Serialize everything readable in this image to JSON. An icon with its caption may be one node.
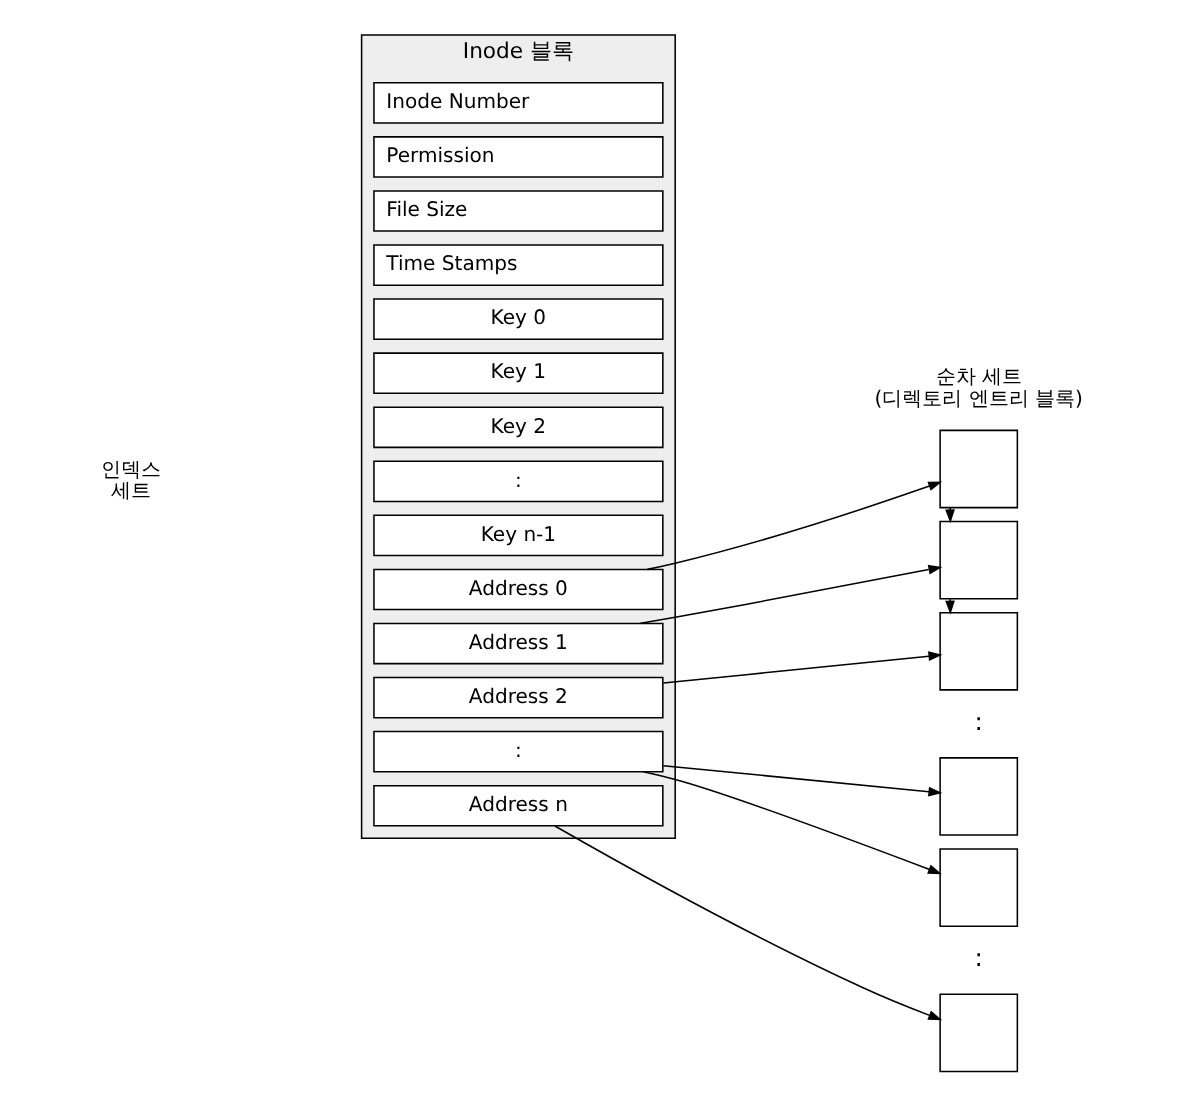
{
  "diagram": {
    "nodes": [
      {
        "text": [
          "Inode 블록"
        ]
      },
      {
        "text": [
          "Inode Number"
        ],
        "in": 0
      },
      {
        "text": [
          "Permission"
        ],
        "in": 0
      },
      {
        "text": [
          "File Size"
        ],
        "in": 0
      },
      {
        "text": [
          "Time Stamps"
        ],
        "in": 0
      },
      {
        "text": [
          "Key 0"
        ],
        "in": 0
      },
      {
        "text": [
          "Key 1"
        ],
        "in": 0
      },
      {
        "text": [
          "Key 2"
        ],
        "in": 0
      },
      {
        "text": [
          ":"
        ],
        "in": 0
      },
      {
        "text": [
          "Key n-1"
        ],
        "in": 0
      },
      {
        "text": [
          "Address 0"
        ],
        "in": 0
      },
      {
        "text": [
          "Address 1"
        ],
        "in": 0
      },
      {
        "text": [
          "Address 2"
        ],
        "in": 0
      },
      {
        "text": [
          ":"
        ],
        "in": 0
      },
      {
        "text": [
          "Address n"
        ],
        "in": 0
      },
      {
        "text": [],
        "shape": "box"
      },
      {
        "text": [],
        "shape": "box"
      },
      {
        "text": [],
        "shape": "box"
      },
      {
        "text": [],
        "shape": "box"
      },
      {
        "text": [],
        "shape": "box"
      },
      {
        "text": [],
        "shape": "box"
      }
    ],
    "edges": [
      {
        "from": 10,
        "to": 15,
        "arrow": "to"
      },
      {
        "from": 11,
        "to": 16,
        "arrow": "to"
      },
      {
        "from": 12,
        "to": 17,
        "arrow": "to"
      },
      {
        "from": 13,
        "to": 18,
        "arrow": "to"
      },
      {
        "from": 13,
        "to": 19,
        "arrow": "to"
      },
      {
        "from": 14,
        "to": 20,
        "arrow": "to"
      },
      {
        "from": 15,
        "to": 16,
        "arrow": "to"
      },
      {
        "from": 16,
        "to": 17,
        "arrow": "to"
      }
    ],
    "labels": [
      "순차 세트 (디렉토리 엔트리 블록)",
      "인덱스 세트",
      ":",
      ":"
    ]
  }
}
